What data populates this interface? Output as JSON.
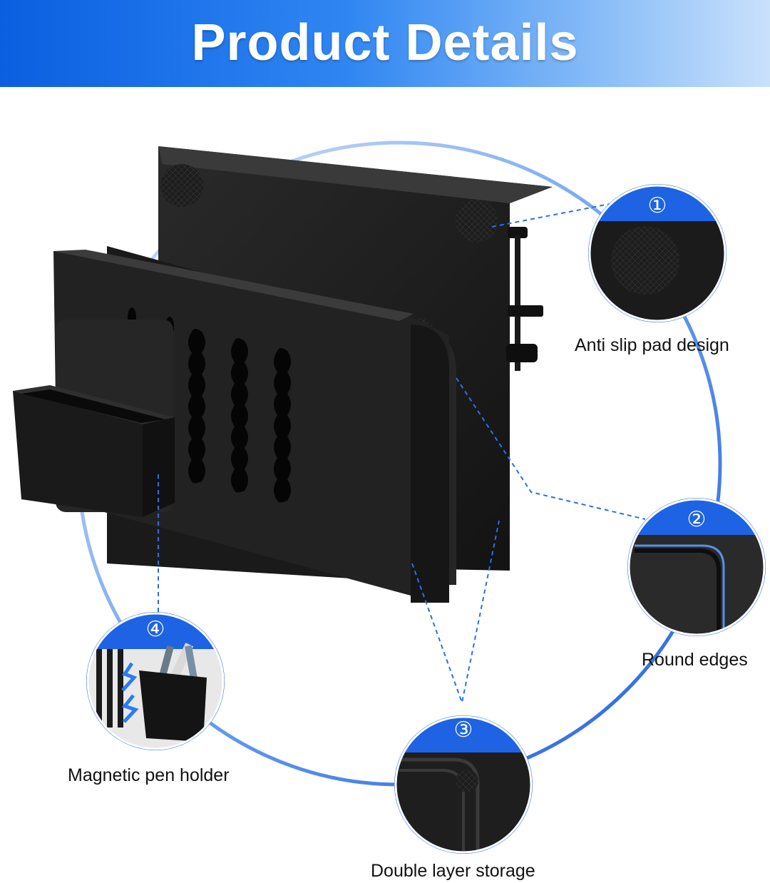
{
  "header": {
    "title": "Product Details"
  },
  "colors": {
    "banner_start": "#0a5fe0",
    "banner_end": "#c9e1fb",
    "ring": "#2d6fe6",
    "badge": "#1e63e4",
    "product": "#1c1c1c"
  },
  "callouts": [
    {
      "number": "①",
      "label": "Anti slip pad design"
    },
    {
      "number": "②",
      "label": "Round edges"
    },
    {
      "number": "③",
      "label": "Double layer storage"
    },
    {
      "number": "④",
      "label": "Magnetic pen holder"
    }
  ]
}
